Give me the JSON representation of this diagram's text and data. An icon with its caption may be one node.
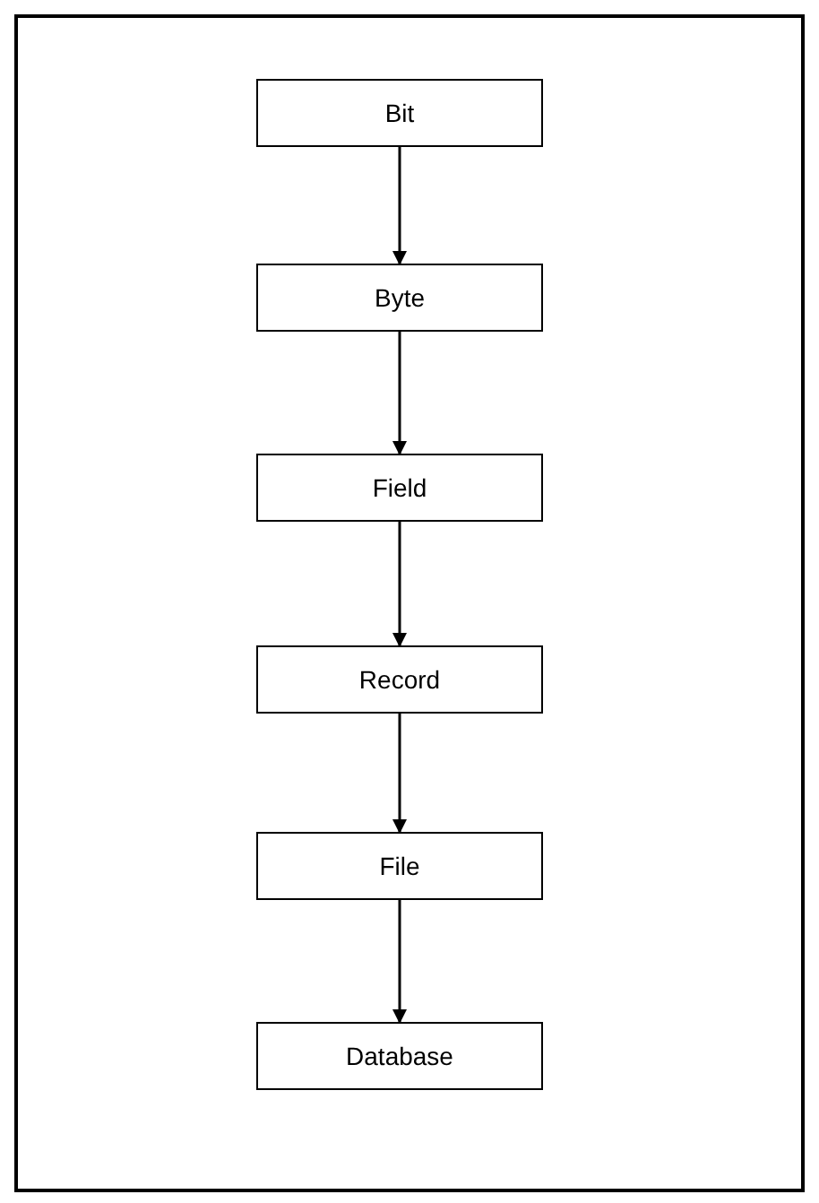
{
  "diagram": {
    "nodes": [
      {
        "text": [
          "Bit"
        ]
      },
      {
        "text": [
          "Byte"
        ]
      },
      {
        "text": [
          "Field"
        ]
      },
      {
        "text": [
          "Record"
        ]
      },
      {
        "text": [
          "File"
        ]
      },
      {
        "text": [
          "Database"
        ]
      }
    ],
    "edges": [
      {
        "from": 0,
        "to": 1,
        "arrow": "to"
      },
      {
        "from": 1,
        "to": 2,
        "arrow": "to"
      },
      {
        "from": 2,
        "to": 3,
        "arrow": "to"
      },
      {
        "from": 3,
        "to": 4,
        "arrow": "to"
      },
      {
        "from": 4,
        "to": 5,
        "arrow": "to"
      }
    ]
  }
}
